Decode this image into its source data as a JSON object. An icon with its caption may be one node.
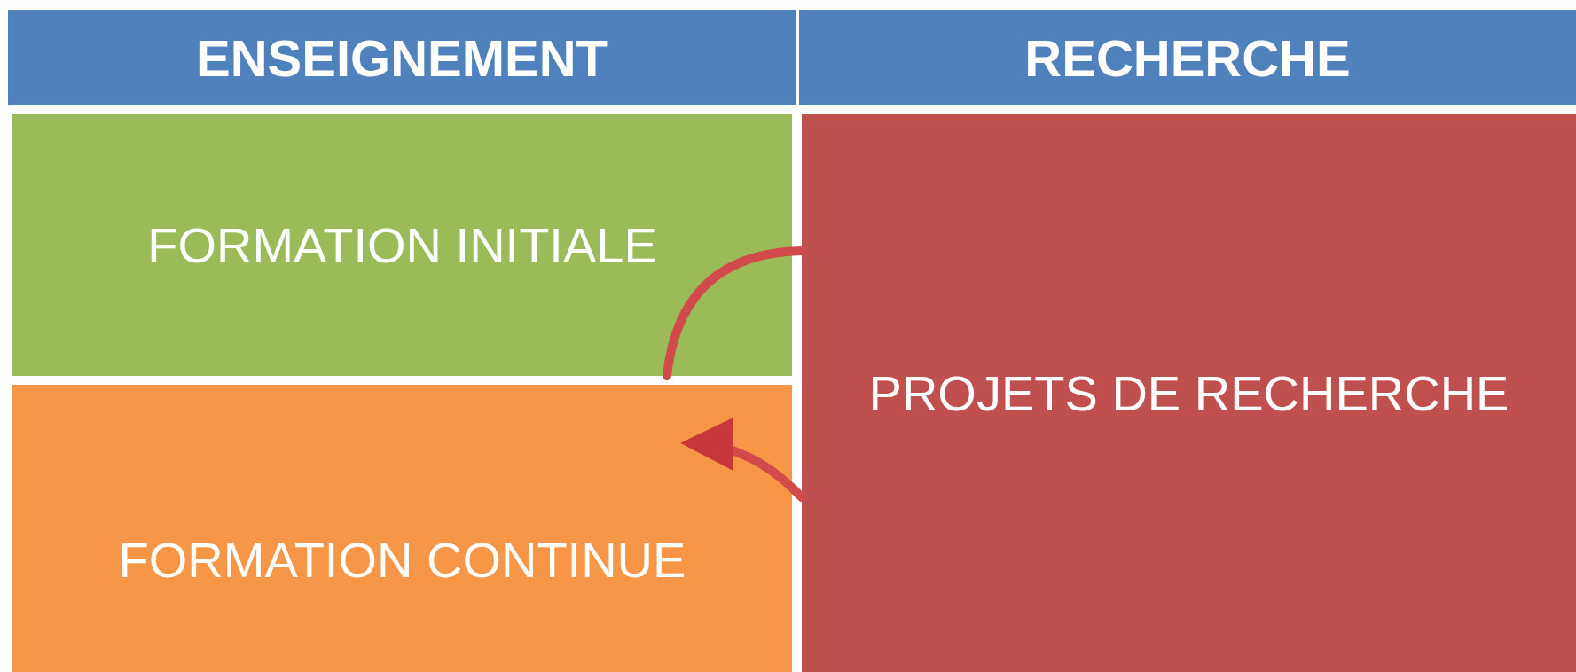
{
  "diagram": {
    "nodes": [
      {
        "text": [
          "ENSEIGNEMENT"
        ]
      },
      {
        "text": [
          "RECHERCHE"
        ]
      },
      {
        "text": [
          "FORMATION INITIALE"
        ]
      },
      {
        "text": [
          "FORMATION CONTINUE"
        ]
      },
      {
        "text": [
          "PROJETS DE RECHERCHE"
        ]
      }
    ],
    "edges": [
      {
        "from": 4,
        "to": 2,
        "arrow": "none"
      },
      {
        "from": 4,
        "to": 3,
        "arrow": "to"
      }
    ]
  }
}
